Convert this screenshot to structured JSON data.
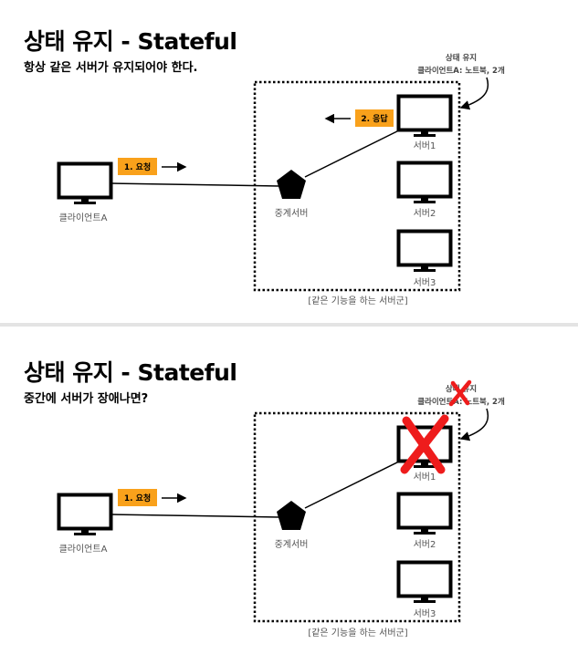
{
  "panels": [
    {
      "title": "상태 유지 - Stateful",
      "subtitle": "항상 같은 서버가 유지되어야 한다.",
      "client_label": "클라이언트A",
      "request_label": "1. 요청",
      "response_label": "2. 응답",
      "relay_label": "중계서버",
      "servers": [
        "서버1",
        "서버2",
        "서버3"
      ],
      "cluster_label": "[같은 기능을 하는 서버군]",
      "annotation_line1": "상태 유지",
      "annotation_line2": "클라이언트A: 노트북, 2개"
    },
    {
      "title": "상태 유지 - Stateful",
      "subtitle": "중간에 서버가 장애나면?",
      "client_label": "클라이언트A",
      "request_label": "1. 요청",
      "relay_label": "중계서버",
      "servers": [
        "서버1",
        "서버2",
        "서버3"
      ],
      "cluster_label": "[같은 기능을 하는 서버군]",
      "annotation_line1": "상태 유지",
      "annotation_line2": "클라이언트A: 노트북, 2개"
    }
  ],
  "colors": {
    "tag_fill": "#f9a11b",
    "failure_x": "#ee1c1c"
  }
}
